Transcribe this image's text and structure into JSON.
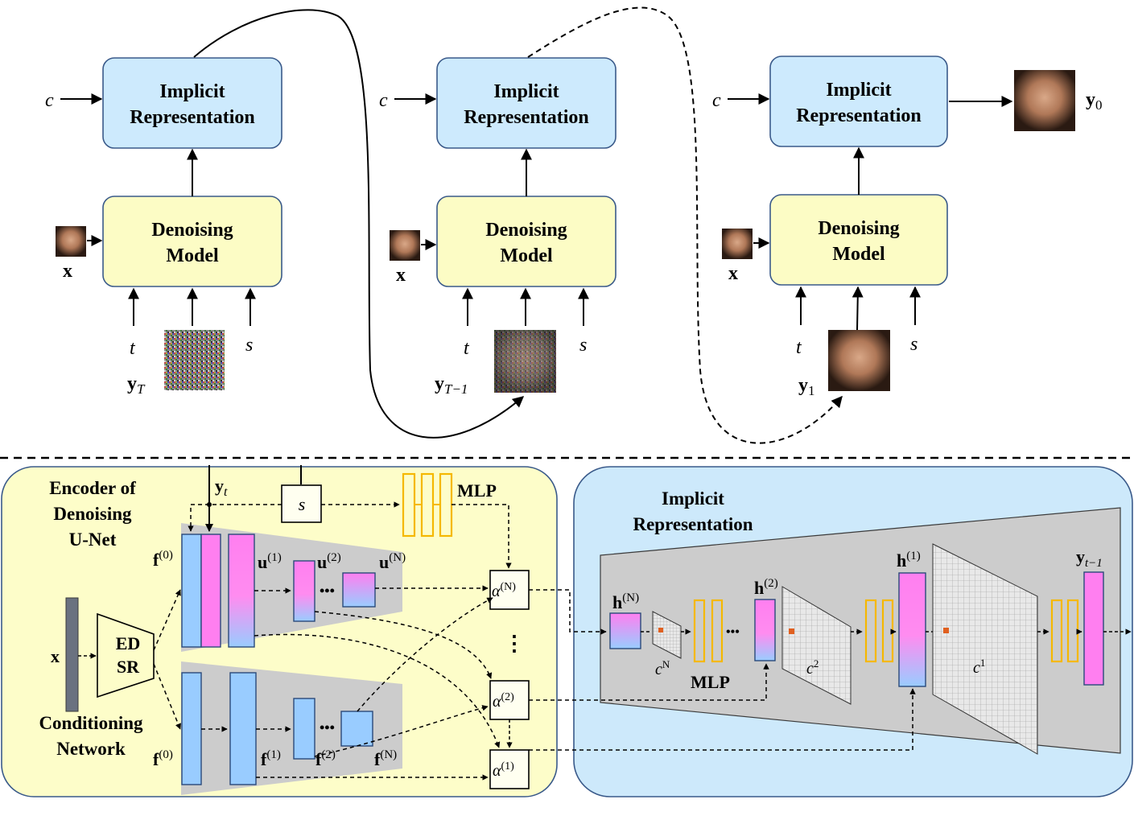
{
  "top": {
    "stages": [
      {
        "ir_line1": "Implicit",
        "ir_line2": "Representation",
        "dm_line1": "Denoising",
        "dm_line2": "Model",
        "c": "c",
        "x": "x",
        "t": "t",
        "s": "s",
        "y": "y",
        "y_sub": "T"
      },
      {
        "ir_line1": "Implicit",
        "ir_line2": "Representation",
        "dm_line1": "Denoising",
        "dm_line2": "Model",
        "c": "c",
        "x": "x",
        "t": "t",
        "s": "s",
        "y": "y",
        "y_sub": "T−1"
      },
      {
        "ir_line1": "Implicit",
        "ir_line2": "Representation",
        "dm_line1": "Denoising",
        "dm_line2": "Model",
        "c": "c",
        "x": "x",
        "t": "t",
        "s": "s",
        "y": "y",
        "y_sub": "1"
      }
    ],
    "output": {
      "y": "y",
      "sub": "0"
    }
  },
  "encoder": {
    "title1": "Encoder of",
    "title2": "Denoising",
    "title3": "U-Net",
    "yt": "y",
    "yt_sub": "t",
    "s": "s",
    "mlp": "MLP",
    "f0_top": "f",
    "f0_top_sup": "(0)",
    "u1": "u",
    "u1_sup": "(1)",
    "u2": "u",
    "u2_sup": "(2)",
    "uN": "u",
    "uN_sup": "(N)",
    "dots": "•••",
    "x": "x",
    "edsr1": "ED",
    "edsr2": "SR",
    "cond1": "Conditioning",
    "cond2": "Network",
    "f0_bot": "f",
    "f0_bot_sup": "(0)",
    "f1": "f",
    "f1_sup": "(1)",
    "f2": "f",
    "f2_sup": "(2)",
    "fN": "f",
    "fN_sup": "(N)",
    "alphaN": "α",
    "alphaN_sup": "(N)",
    "alpha2": "α",
    "alpha2_sup": "(2)",
    "alpha1": "α",
    "alpha1_sup": "(1)",
    "vdots": "⋮"
  },
  "implicit": {
    "title1": "Implicit",
    "title2": "Representation",
    "hN": "h",
    "hN_sup": "(N)",
    "cN": "c",
    "cN_sup": "N",
    "mlp": "MLP",
    "dots": "•••",
    "h2": "h",
    "h2_sup": "(2)",
    "c2": "c",
    "c2_sup": "2",
    "h1": "h",
    "h1_sup": "(1)",
    "c1": "c",
    "c1_sup": "1",
    "yout": "y",
    "yout_sub": "t−1"
  },
  "colors": {
    "ir_box": "#cdeafd",
    "dm_box": "#fcfcc5",
    "encoder_bg": "#fdfdc9",
    "implicit_bg": "#cde9fb",
    "blue_feat": "#99ccff",
    "pink_feat": "#ff7ff0",
    "mlp": "#f5b800",
    "gray_trap": "#cccccc"
  }
}
